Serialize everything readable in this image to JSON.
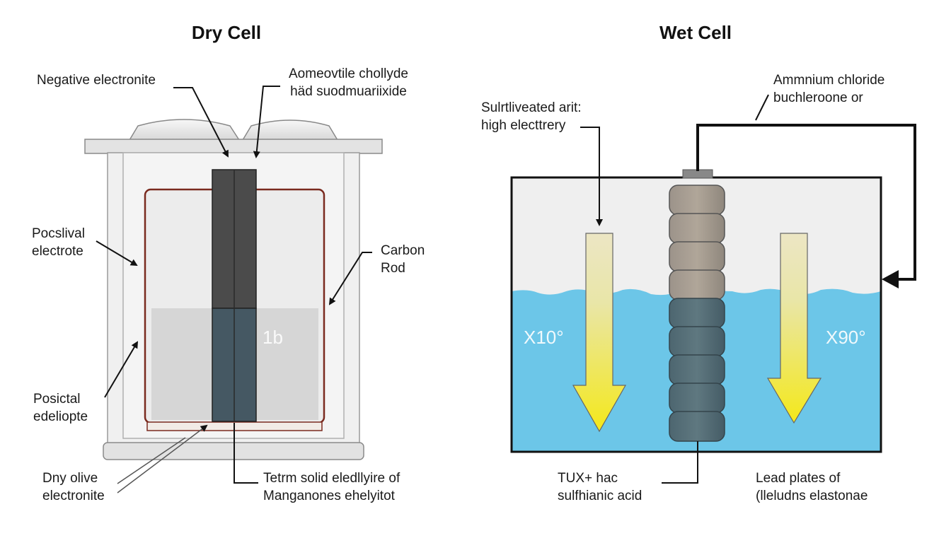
{
  "dry_cell": {
    "title": "Dry Cell",
    "labels": {
      "negative_electrode": "Negative electronite",
      "ammonium_chloride": [
        "Aomeovtile chollyde",
        "häd suodmuariixide"
      ],
      "positive_electrode": [
        "Pocslival",
        "electrote"
      ],
      "carbon_rod": [
        "Carbon",
        "Rod"
      ],
      "positive_electrolyte": [
        "Posictal",
        "edeliopte"
      ],
      "dry_olive": [
        "Dny olive",
        "electronite"
      ],
      "solid_electrolyte": [
        "Tetrm solid eledllyire of",
        "Manganones ehelyitot"
      ],
      "inner_text": "1b"
    }
  },
  "wet_cell": {
    "title": "Wet Cell",
    "labels": {
      "ammonium_chloride": [
        "Ammnium chloride",
        "buchleroone or"
      ],
      "sulfur_plate": [
        "Sulrtliveated arit:",
        "high electtrery"
      ],
      "left_marker": "X10°",
      "right_marker": "X90°",
      "tux_acid": [
        "TUX+ hac",
        "sulfhianic acid"
      ],
      "lead_plates": [
        "Lead plates of",
        "(lleludns elastonae"
      ]
    }
  },
  "colors": {
    "electrolyte_blue": "#6cc6e8",
    "arrow_yellow": "#f2e61a",
    "carbon_rod": "#4a4a4a",
    "casing_border": "#7a2a1f"
  }
}
